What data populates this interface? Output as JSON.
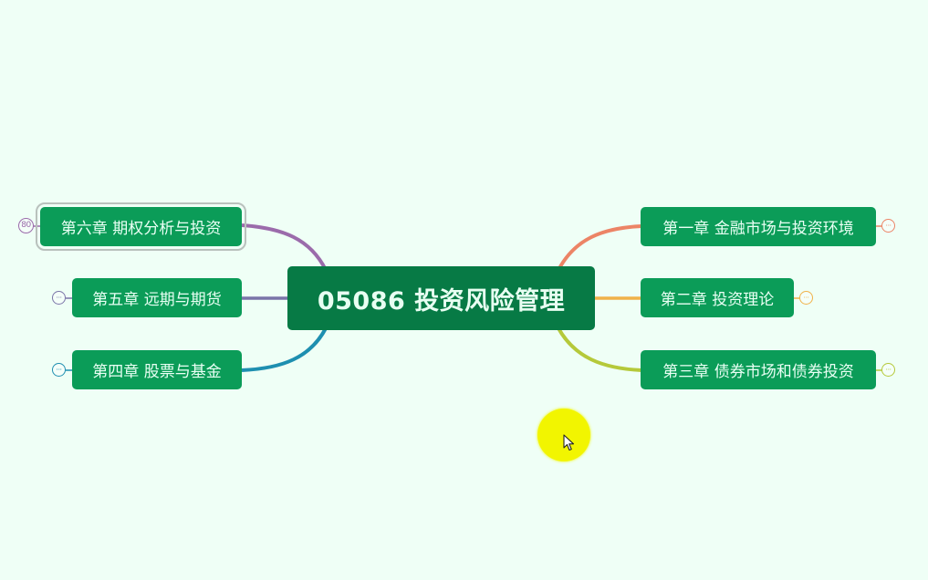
{
  "mindmap": {
    "root": {
      "label": "05086 投资风险管理",
      "color": "#077a45"
    },
    "branches_right": [
      {
        "label": "第一章 金融市场与投资环境",
        "line_color": "#ec8466",
        "collapse_indicator": "···",
        "collapsed": true
      },
      {
        "label": "第二章 投资理论",
        "line_color": "#f0b24a",
        "collapse_indicator": "···",
        "collapsed": true
      },
      {
        "label": "第三章 债券市场和债券投资",
        "line_color": "#b5c93a",
        "collapse_indicator": "···",
        "collapsed": true
      }
    ],
    "branches_left": [
      {
        "label": "第六章 期权分析与投资",
        "line_color": "#9b6bab",
        "collapse_indicator": "80",
        "collapsed": true,
        "selected": true
      },
      {
        "label": "第五章 远期与期货",
        "line_color": "#7a74a8",
        "collapse_indicator": "···",
        "collapsed": true
      },
      {
        "label": "第四章 股票与基金",
        "line_color": "#1e8fb0",
        "collapse_indicator": "···",
        "collapsed": true
      }
    ],
    "node_color": "#0b9c58",
    "background": "#effff6"
  },
  "cursor": {
    "highlight_color": "#f2f500"
  }
}
